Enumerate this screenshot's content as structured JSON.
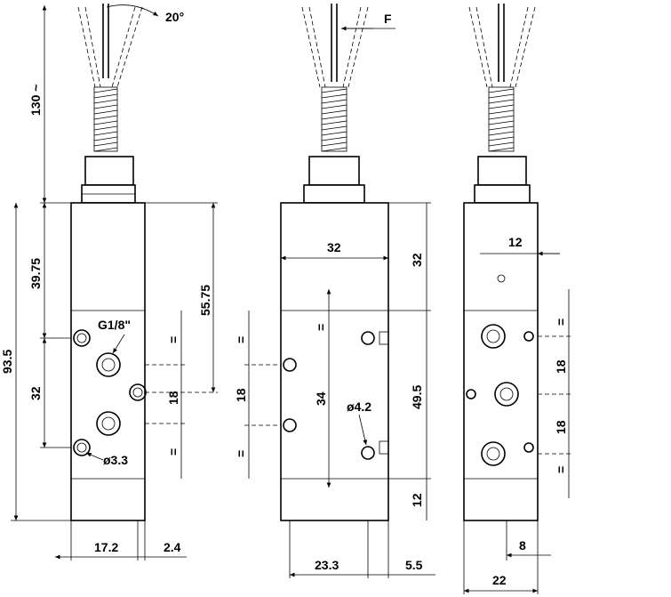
{
  "views": {
    "left": {
      "dims": {
        "height_130": "130 ~",
        "angle": "20°",
        "d_39_75": "39.75",
        "d_93_5": "93.5",
        "d_32": "32",
        "d_55_75": "55.75",
        "d_18": "18",
        "eq1": "=",
        "eq2": "=",
        "port_label": "G1/8\"",
        "hole_label": "ø3.3",
        "d_17_2": "17.2",
        "d_2_4": "2.4"
      }
    },
    "middle": {
      "dims": {
        "force": "F",
        "d_32_width": "32",
        "d_32_right": "32",
        "d_34": "34",
        "d_18": "18",
        "hole_label": "ø4.2",
        "d_49_5": "49.5",
        "d_12": "12",
        "d_23_3": "23.3",
        "d_5_5": "5.5",
        "eq1": "=",
        "eq2": "=",
        "eq3": "=",
        "eq4": "="
      }
    },
    "right": {
      "dims": {
        "d_12": "12",
        "d_18_a": "18",
        "d_18_b": "18",
        "d_8": "8",
        "d_22": "22",
        "eq1": "=",
        "eq2": "="
      }
    }
  }
}
